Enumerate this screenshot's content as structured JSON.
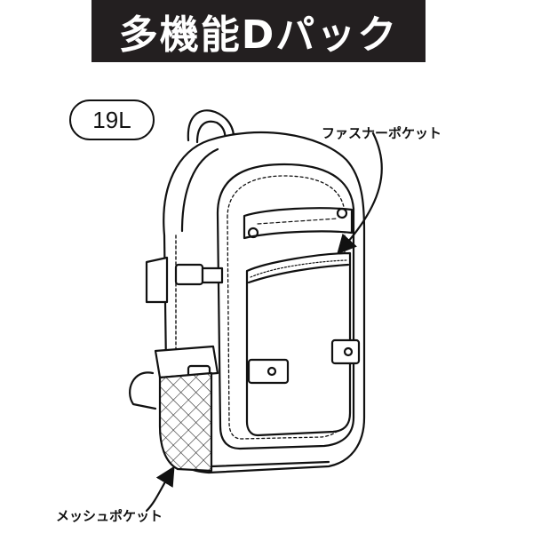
{
  "title": "多機能Dパック",
  "capacity": "19L",
  "callouts": {
    "zipper_pocket": "ファスナーポケット",
    "mesh_pocket": "メッシュポケット"
  },
  "icons": {
    "illustration": "backpack-line-drawing-icon"
  }
}
